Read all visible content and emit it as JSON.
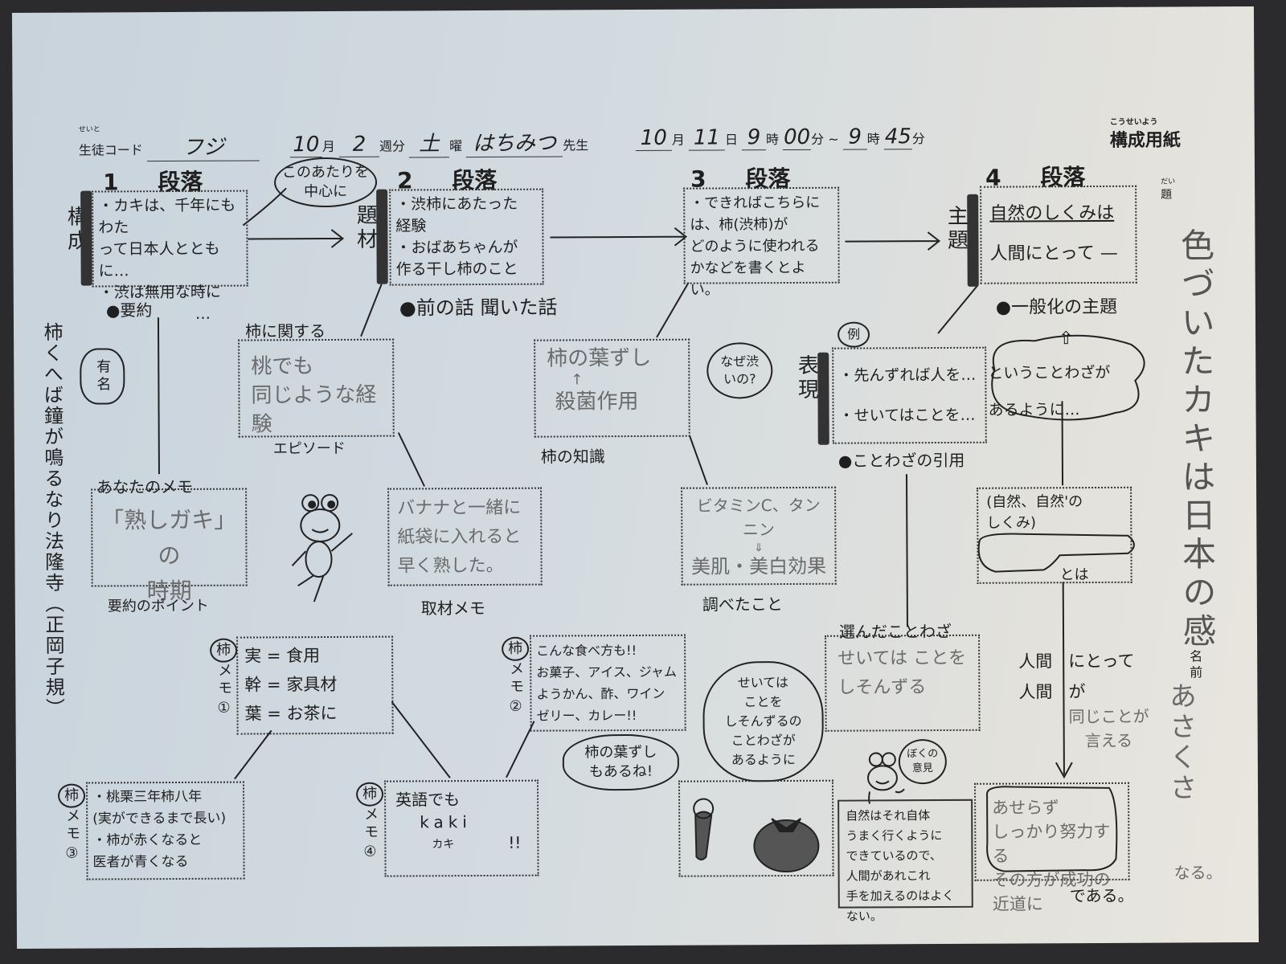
{
  "header": {
    "student_code_label": "生徒コード",
    "student_code_ruby": "せいと",
    "student_code": "フジ",
    "month": "10",
    "month_label": "月",
    "week": "2",
    "week_label": "週分",
    "weekday": "土",
    "weekday_label": "曜",
    "teacher": "はちみつ",
    "teacher_label": "先生",
    "date_month": "10",
    "date_day": "11",
    "day_label": "日",
    "start_hour": "9",
    "start_min": "00",
    "end_hour": "9",
    "end_min": "45",
    "hour_label": "時",
    "min_label": "分",
    "tilde": "~",
    "sheet_title": "構成用紙",
    "sheet_ruby": "こうせいよう"
  },
  "paragraphs": [
    {
      "num": "1",
      "label": "段落",
      "side": "構成",
      "lines": [
        "・カキは、千年にもわた",
        "って日本人とともに…",
        "・渋は無用な時に",
        "…"
      ],
      "caption": "●要約"
    },
    {
      "num": "2",
      "label": "段落",
      "side": "題材",
      "lines": [
        "・渋柿にあたった",
        "経験",
        "・おばあちゃんが",
        "作る干し柿のこと"
      ],
      "caption": "●前の話 聞いた話"
    },
    {
      "num": "3",
      "label": "段落",
      "side": "",
      "lines": [
        "・できればこちらに",
        "は、柿(渋柿)が",
        "どのように使われる",
        "かなどを書くとよい。"
      ],
      "caption": ""
    },
    {
      "num": "4",
      "label": "段落",
      "side": "主題",
      "lines": [
        "自然のしくみは",
        "人間にとって —"
      ],
      "caption": "●一般化の主題"
    }
  ],
  "bubble_center": "このあたりを中心に",
  "famous_bubble": "有名",
  "haiku": "柿くへば鐘が鳴るなり法隆寺（正岡子規）",
  "title_label": "題",
  "title_ruby": "だい",
  "essay_title": "色づいたカキは日本の感",
  "name_label": "名前",
  "author": "あさくさ",
  "episode": {
    "top": "柿に関する",
    "lines": [
      "桃でも",
      "同じような経験"
    ],
    "caption": "エピソード"
  },
  "knowledge": {
    "lines": [
      "柿の葉ずし",
      "↑",
      "殺菌作用"
    ],
    "caption": "柿の知識"
  },
  "why_bubble": "なぜ渋いの?",
  "expression": {
    "badge": "例",
    "side": "表現",
    "lines": [
      "・先んずれば人を…",
      "・せいてはことを…"
    ],
    "caption": "●ことわざの引用"
  },
  "proverb_cloud": [
    "ということわざが",
    "あるように…"
  ],
  "my_memo": {
    "top": "あなたのメモ",
    "lines": [
      "「熟しガキ」の",
      "時期"
    ],
    "caption": "要約のポイント"
  },
  "interview": {
    "lines": [
      "バナナと一緒に",
      "紙袋に入れると",
      "早く熟した。"
    ],
    "caption": "取材メモ"
  },
  "research": {
    "lines": [
      "ビタミンC、タンニン",
      "⇓",
      "美肌・美白効果"
    ],
    "caption": "調べたこと"
  },
  "nature": {
    "lines": [
      "(自然、自然'の",
      "しくみ)"
    ],
    "toha": "とは"
  },
  "memos": [
    {
      "label": "柿",
      "sub": "メモ",
      "num": "①",
      "lines": [
        "実 = 食用",
        "幹 = 家具材",
        "葉 = お茶に"
      ]
    },
    {
      "label": "柿",
      "sub": "メモ",
      "num": "②",
      "lines": [
        "こんな食べ方も!!",
        "お菓子、アイス、ジャム",
        "ようかん、酢、ワイン",
        "ゼリー、カレー!!"
      ]
    },
    {
      "label": "柿",
      "sub": "メモ",
      "num": "③",
      "lines": [
        "・桃栗三年柿八年",
        "(実ができるまで長い)",
        "・柿が赤くなると",
        "医者が青くなる"
      ]
    },
    {
      "label": "柿",
      "sub": "メモ",
      "num": "④",
      "lines": [
        "英語でも",
        "kaki",
        "カキ",
        "!!"
      ]
    }
  ],
  "sushi_bubble": [
    "柿の葉ずし",
    "もあるね!"
  ],
  "chosen": {
    "top": "選んだことわざ",
    "lines": [
      "せいては ことを",
      "しそんずる"
    ]
  },
  "proverb_bubble": [
    "せいては",
    "ことを",
    "しそんずるの",
    "ことわざが",
    "あるように"
  ],
  "opinion_bubble": [
    "ぼくの",
    "意見"
  ],
  "opinion": [
    "自然はそれ自体",
    "うまく行くように",
    "できているので、",
    "人間があれこれ",
    "手を加えるのはよくない。"
  ],
  "human": {
    "row1": [
      "人間",
      "にとって"
    ],
    "row2": [
      "人間",
      "が"
    ],
    "note": [
      "同じことが",
      "言える"
    ]
  },
  "conclusion": {
    "lines": [
      "あせらず",
      "しっかり努力する",
      "その方が成功の近道に",
      "なる。"
    ],
    "end": "である。"
  }
}
